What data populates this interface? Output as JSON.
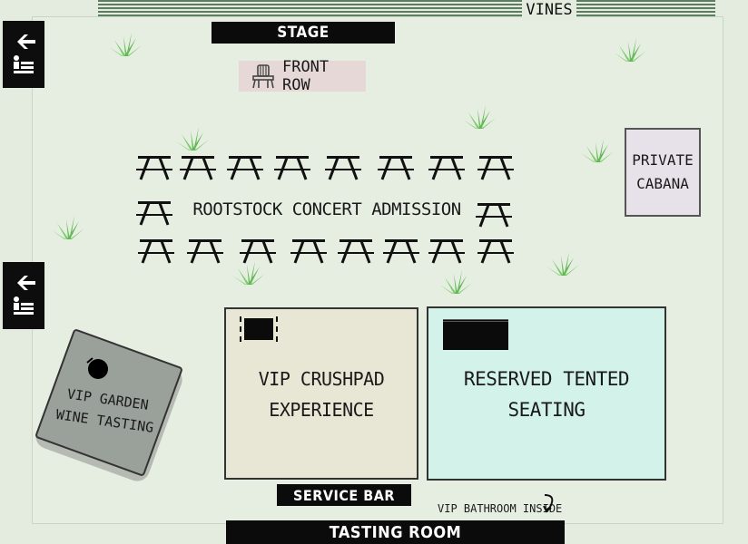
{
  "map": {
    "vines_label": "VINES",
    "stage_label": "STAGE",
    "front_row_label": "FRONT ROW",
    "admission_label": "ROOTSTOCK CONCERT ADMISSION",
    "cabana_label_line1": "PRIVATE",
    "cabana_label_line2": "CABANA",
    "garden_line1": "VIP GARDEN",
    "garden_line2": "WINE TASTING",
    "crushpad_line1": "VIP CRUSHPAD",
    "crushpad_line2": "EXPERIENCE",
    "tented_line1": "RESERVED TENTED",
    "tented_line2": "SEATING",
    "service_bar_label": "SERVICE BAR",
    "vip_bathroom_label": "VIP BATHROOM INSIDE",
    "tasting_room_label": "TASTING ROOM"
  },
  "colors": {
    "background": "#e4ece0",
    "label_bg": "#0b0b0b",
    "crushpad_fill": "#e8e6d4",
    "tented_fill": "#d3f2ea",
    "cabana_fill": "#e7e1ea",
    "garden_fill": "#9aa09a",
    "front_row_fill": "#e6d8d6",
    "grass": "#72c266",
    "vines": "#5e7e62"
  },
  "icons": {
    "restroom": "restroom-icon",
    "chair": "adirondack-chair-icon",
    "table": "picnic-table-icon",
    "grass": "grass-tuft-icon",
    "arrow": "curved-arrow-down-icon",
    "barrel": "wine-barrel-icon"
  }
}
